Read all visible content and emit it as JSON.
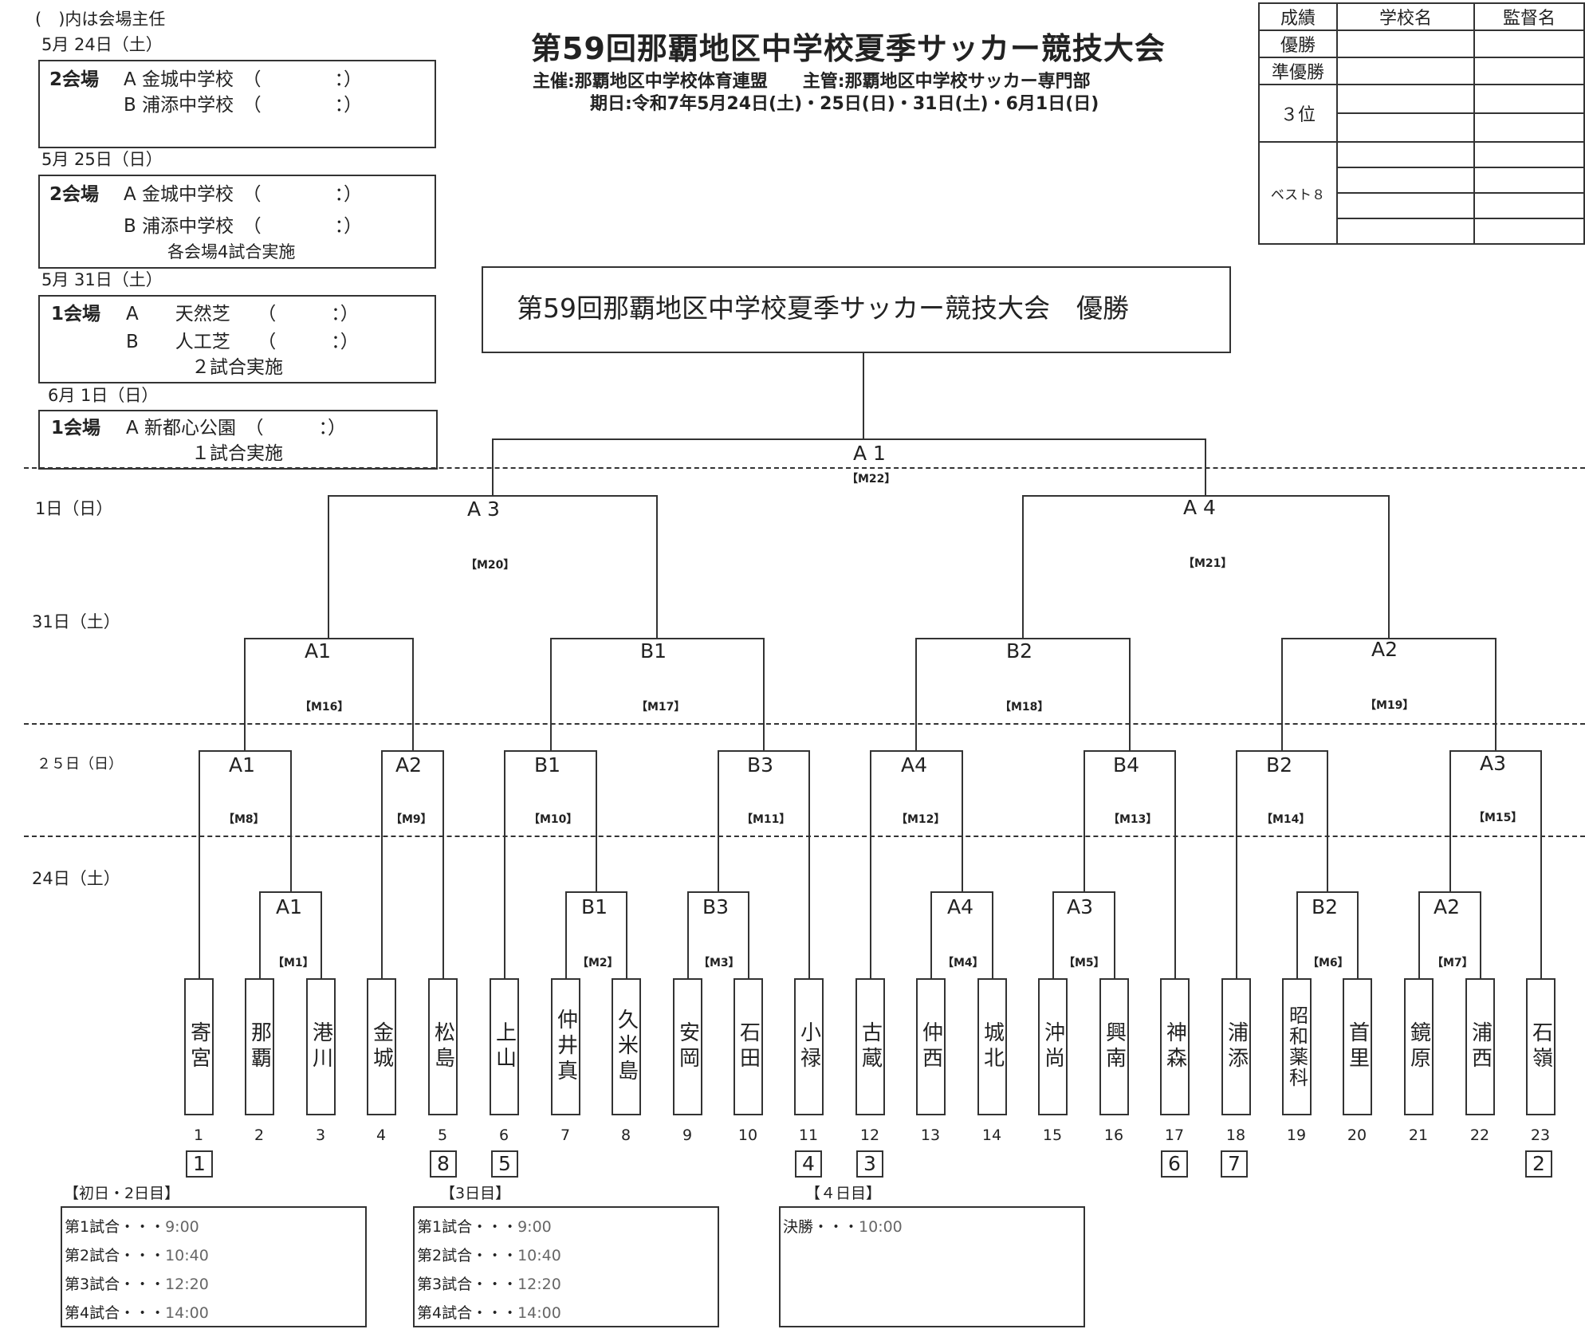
{
  "note": "(　)内は会場主任",
  "title": "第59回那覇地区中学校夏季サッカー競技大会",
  "organizer": "主催:那覇地区中学校体育連盟　　主管:那覇地区中学校サッカー専門部",
  "dates": "期日:令和7年5月24日(土)・25日(日)・31日(土)・6月1日(日)",
  "champion_banner": "第59回那覇地区中学校夏季サッカー競技大会　優勝",
  "venues": {
    "d1": {
      "date": "5月 24日（土）",
      "count": "2会場",
      "a": "A 金城中学校　（　　　　：）",
      "b": "B 浦添中学校　（　　　　：）"
    },
    "d2": {
      "date": "5月 25日（日）",
      "count": "2会場",
      "a": "A 金城中学校　（　　　　：）",
      "b": "B 浦添中学校　（　　　　：）",
      "note": "各会場4試合実施"
    },
    "d3": {
      "date": "5月 31日（土）",
      "count": "1会場",
      "a": "A　　天然芝　　（　　　：）",
      "b": "B　　人工芝　　（　　　：）",
      "note": "２試合実施"
    },
    "d4": {
      "date": "6月 1日（日）",
      "count": "1会場",
      "a": "A 新都心公園　（　　　：）",
      "note": "１試合実施"
    }
  },
  "results_table": {
    "headers": [
      "成績",
      "学校名",
      "監督名"
    ],
    "rows": [
      "優勝",
      "準優勝",
      "３位",
      "ベスト８"
    ]
  },
  "day_labels": [
    "1日（日）",
    "31日（土）",
    "２５日（日）",
    "24日（土）"
  ],
  "matches": {
    "m1": {
      "court": "A1",
      "id": "【M1】"
    },
    "m2": {
      "court": "B1",
      "id": "【M2】"
    },
    "m3": {
      "court": "B3",
      "id": "【M3】"
    },
    "m4": {
      "court": "A4",
      "id": "【M4】"
    },
    "m5": {
      "court": "A3",
      "id": "【M5】"
    },
    "m6": {
      "court": "B2",
      "id": "【M6】"
    },
    "m7": {
      "court": "A2",
      "id": "【M7】"
    },
    "m8": {
      "court": "A1",
      "id": "【M8】"
    },
    "m9": {
      "court": "A2",
      "id": "【M9】"
    },
    "m10": {
      "court": "B1",
      "id": "【M10】"
    },
    "m11": {
      "court": "B3",
      "id": "【M11】"
    },
    "m12": {
      "court": "A4",
      "id": "【M12】"
    },
    "m13": {
      "court": "B4",
      "id": "【M13】"
    },
    "m14": {
      "court": "B2",
      "id": "【M14】"
    },
    "m15": {
      "court": "A3",
      "id": "【M15】"
    },
    "m16": {
      "court": "A1",
      "id": "【M16】"
    },
    "m17": {
      "court": "B1",
      "id": "【M17】"
    },
    "m18": {
      "court": "B2",
      "id": "【M18】"
    },
    "m19": {
      "court": "A2",
      "id": "【M19】"
    },
    "m20": {
      "court": "A 3",
      "id": "【M20】"
    },
    "m21": {
      "court": "A 4",
      "id": "【M21】"
    },
    "m22": {
      "court": "A 1",
      "id": "【M22】"
    }
  },
  "teams": [
    "寄宮",
    "那覇",
    "港川",
    "金城",
    "松島",
    "上山",
    "仲井真",
    "久米島",
    "安岡",
    "石田",
    "小禄",
    "古蔵",
    "仲西",
    "城北",
    "沖尚",
    "興南",
    "神森",
    "浦添",
    "昭和薬科",
    "首里",
    "鏡原",
    "浦西",
    "石嶺"
  ],
  "numbers": [
    "1",
    "2",
    "3",
    "4",
    "5",
    "6",
    "7",
    "8",
    "9",
    "10",
    "11",
    "12",
    "13",
    "14",
    "15",
    "16",
    "17",
    "18",
    "19",
    "20",
    "21",
    "22",
    "23"
  ],
  "seeds": {
    "s1": "1",
    "s5": "8",
    "s6": "5",
    "s11": "4",
    "s12": "3",
    "s17": "6",
    "s18": "7",
    "s23": "2"
  },
  "schedule": {
    "days12": {
      "title": "【初日・2日目】",
      "rows": [
        [
          "第1試合・・・",
          "9:00"
        ],
        [
          "第2試合・・・",
          "10:40"
        ],
        [
          "第3試合・・・",
          "12:20"
        ],
        [
          "第4試合・・・",
          "14:00"
        ]
      ]
    },
    "day3": {
      "title": "【3日目】",
      "rows": [
        [
          "第1試合・・・",
          "9:00"
        ],
        [
          "第2試合・・・",
          "10:40"
        ],
        [
          "第3試合・・・",
          "12:20"
        ],
        [
          "第4試合・・・",
          "14:00"
        ]
      ]
    },
    "day4": {
      "title": "【４日目】",
      "rows": [
        [
          "決勝・・・",
          "10:00"
        ]
      ]
    }
  }
}
